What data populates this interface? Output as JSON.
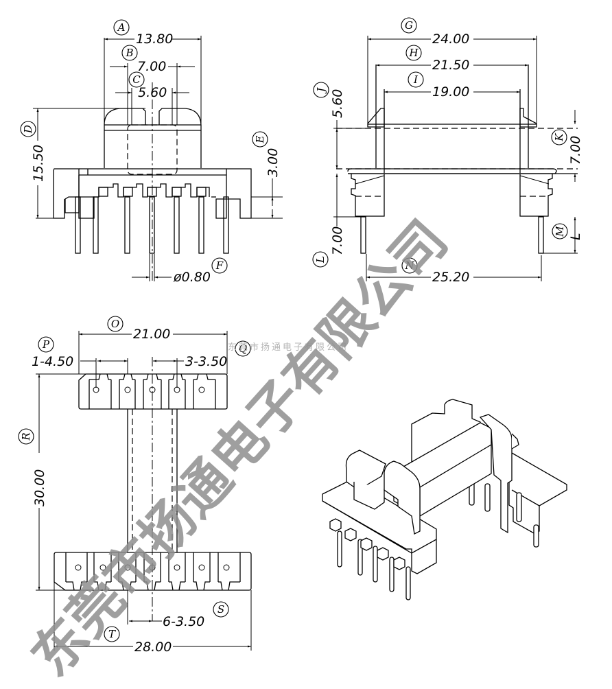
{
  "title": "Transformer bobbin dimension drawing",
  "colors": {
    "line": "#000000",
    "watermark": "#8e8e8e",
    "watermark_small": "#b5b5b5",
    "background": "#ffffff"
  },
  "front_view": {
    "A": {
      "label": "A",
      "value": "13.80"
    },
    "B": {
      "label": "B",
      "value": "7.00"
    },
    "C": {
      "label": "C",
      "value": "5.60"
    },
    "D": {
      "label": "D",
      "value": "15.50"
    },
    "E": {
      "label": "E",
      "value": "3.00"
    },
    "F": {
      "label": "F",
      "value": "ø0.80"
    }
  },
  "side_view": {
    "G": {
      "label": "G",
      "value": "24.00"
    },
    "H": {
      "label": "H",
      "value": "21.50"
    },
    "I": {
      "label": "I",
      "value": "19.00"
    },
    "J": {
      "label": "J",
      "value": "5.60"
    },
    "K": {
      "label": "K",
      "value": "7.00"
    },
    "L": {
      "label": "L",
      "value": "7.00"
    },
    "M": {
      "label": "M",
      "value": "L"
    },
    "N": {
      "label": "N",
      "value": "25.20"
    }
  },
  "bottom_view": {
    "O": {
      "label": "O",
      "value": "21.00"
    },
    "P": {
      "label": "P",
      "value": "1-4.50"
    },
    "Q": {
      "label": "Q",
      "value": "3-3.50"
    },
    "R": {
      "label": "R",
      "value": "30.00"
    },
    "S": {
      "label": "S",
      "value": "6-3.50"
    },
    "T": {
      "label": "T",
      "value": "28.00"
    }
  },
  "watermark": {
    "large": "东莞市扬通电子有限公司",
    "small": "东莞市扬通电子有限公司"
  }
}
